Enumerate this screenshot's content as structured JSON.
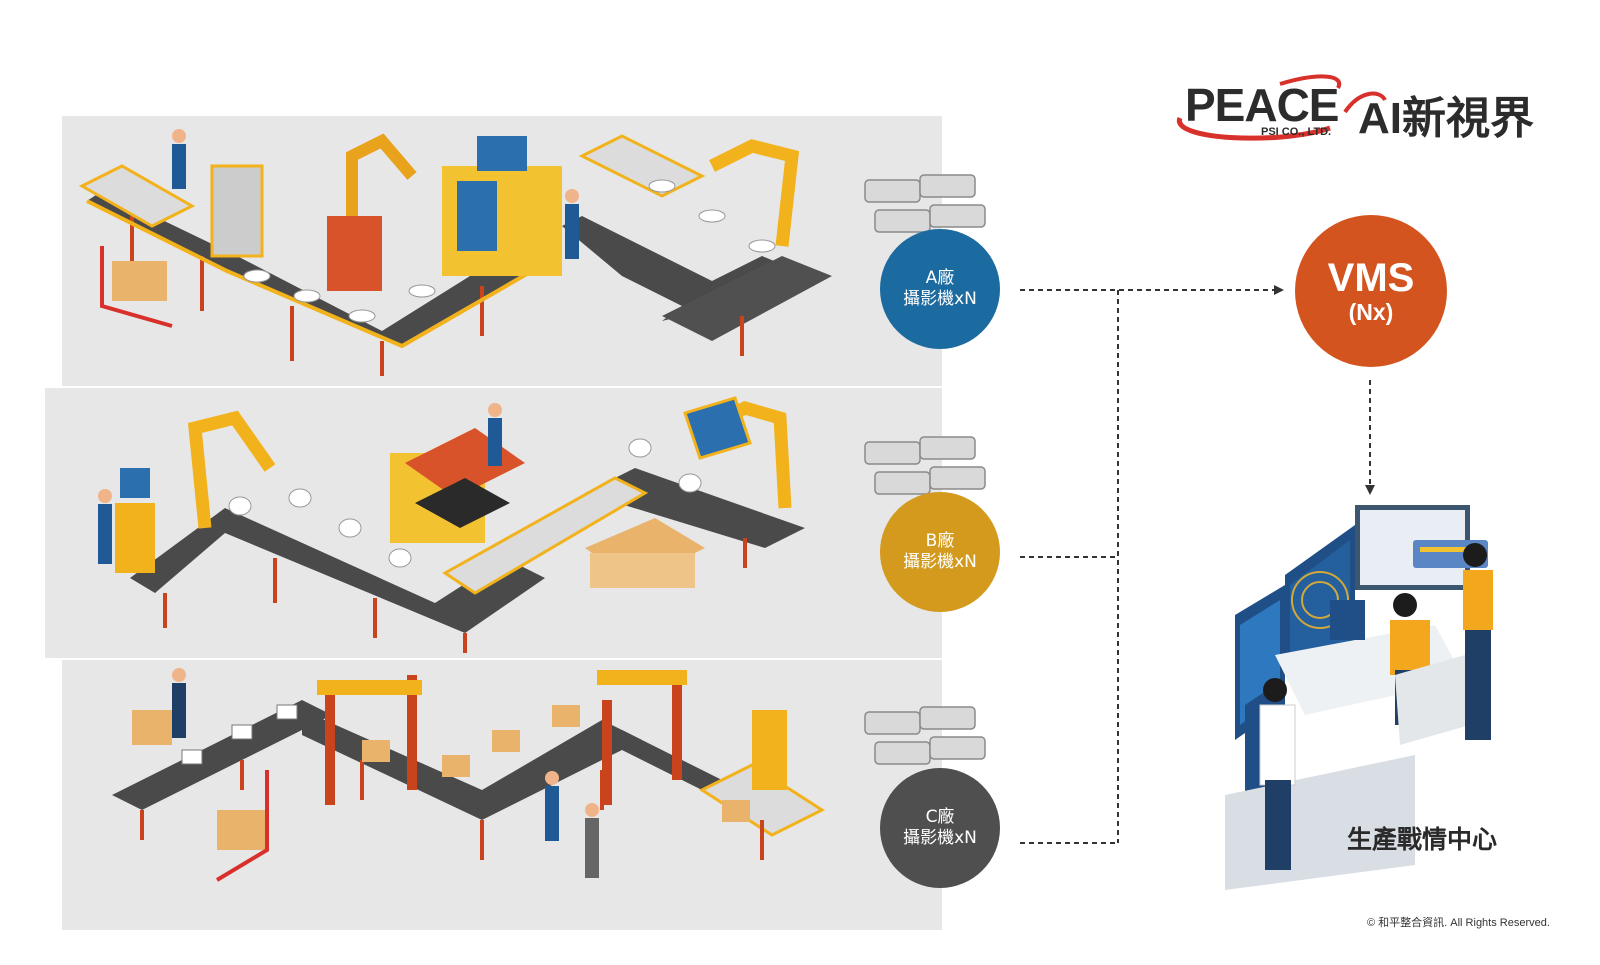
{
  "brand": {
    "logo_text": "PEACE",
    "logo_sub": "PSI CO., LTD.",
    "ai_text": "AI新視界"
  },
  "factories": [
    {
      "line1": "A廠",
      "line2": "攝影機xN",
      "color": "#1b6aa0"
    },
    {
      "line1": "B廠",
      "line2": "攝影機xN",
      "color": "#d39a1d"
    },
    {
      "line1": "C廠",
      "line2": "攝影機xN",
      "color": "#4f4f4f"
    }
  ],
  "vms": {
    "title": "VMS",
    "subtitle": "(Nx)",
    "color": "#d4541f"
  },
  "control_center": {
    "label": "生產戰情中心"
  },
  "footer": {
    "copyright": "© 和平整合資訊. All Rights Reserved."
  },
  "colors": {
    "panel_bg": "#e7e7e7",
    "conveyor": "#4a4a4a",
    "frame": "#f2b21c",
    "leg": "#c9431d"
  }
}
